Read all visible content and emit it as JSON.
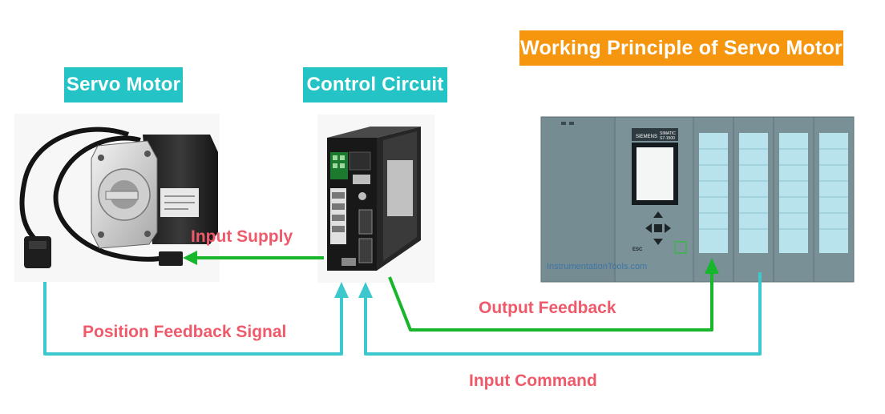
{
  "title": "Working Principle of Servo Motor",
  "components": {
    "servo_motor": "Servo Motor",
    "control_circuit": "Control Circuit"
  },
  "connections": {
    "input_supply": "Input Supply",
    "output_feedback": "Output Feedback",
    "position_feedback": "Position Feedback Signal",
    "input_command": "Input Command"
  },
  "device_text": {
    "plc_brand": "SIEMENS",
    "plc_model_line1": "SIMATIC",
    "plc_model_line2": "S7-1500",
    "plc_esc": "ESC",
    "watermark": "InstrumentationTools.com"
  },
  "colors": {
    "teal": "#24c4c6",
    "orange": "#f5960e",
    "green_arrow": "#17b62c",
    "cyan_arrow": "#3cc8cc",
    "label_red": "#ef5a6a"
  }
}
